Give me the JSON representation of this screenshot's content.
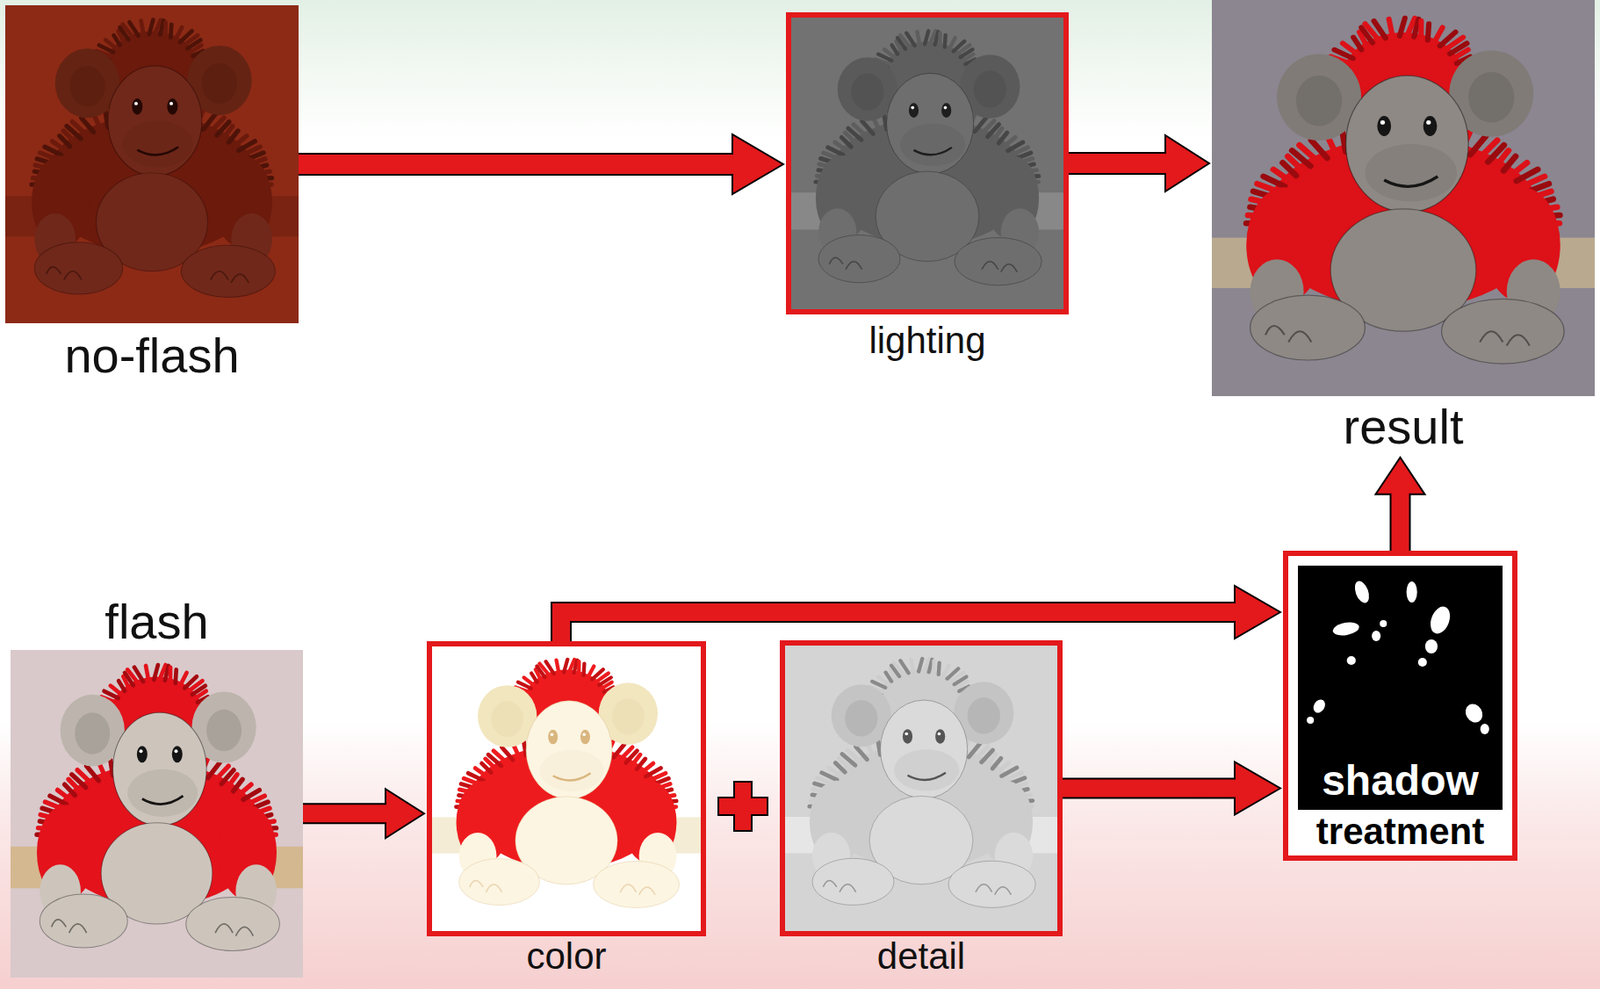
{
  "diagram": {
    "nodes": [
      {
        "text": [
          "no-flash"
        ]
      },
      {
        "text": [
          "lighting"
        ]
      },
      {
        "text": [
          "result"
        ]
      },
      {
        "text": [
          "flash"
        ]
      },
      {
        "text": [
          "color"
        ]
      },
      {
        "text": [
          "detail"
        ]
      },
      {
        "text": [
          "shadow",
          "treatment"
        ]
      }
    ],
    "edges": [
      {
        "from": 0,
        "to": 1,
        "arrow": "to"
      },
      {
        "from": 1,
        "to": 2,
        "arrow": "to"
      },
      {
        "from": 3,
        "to": 4,
        "arrow": "to"
      },
      {
        "from": 4,
        "to": 6,
        "arrow": "to"
      },
      {
        "from": 5,
        "to": 6,
        "arrow": "to"
      },
      {
        "from": 6,
        "to": 2,
        "arrow": "to"
      }
    ]
  }
}
